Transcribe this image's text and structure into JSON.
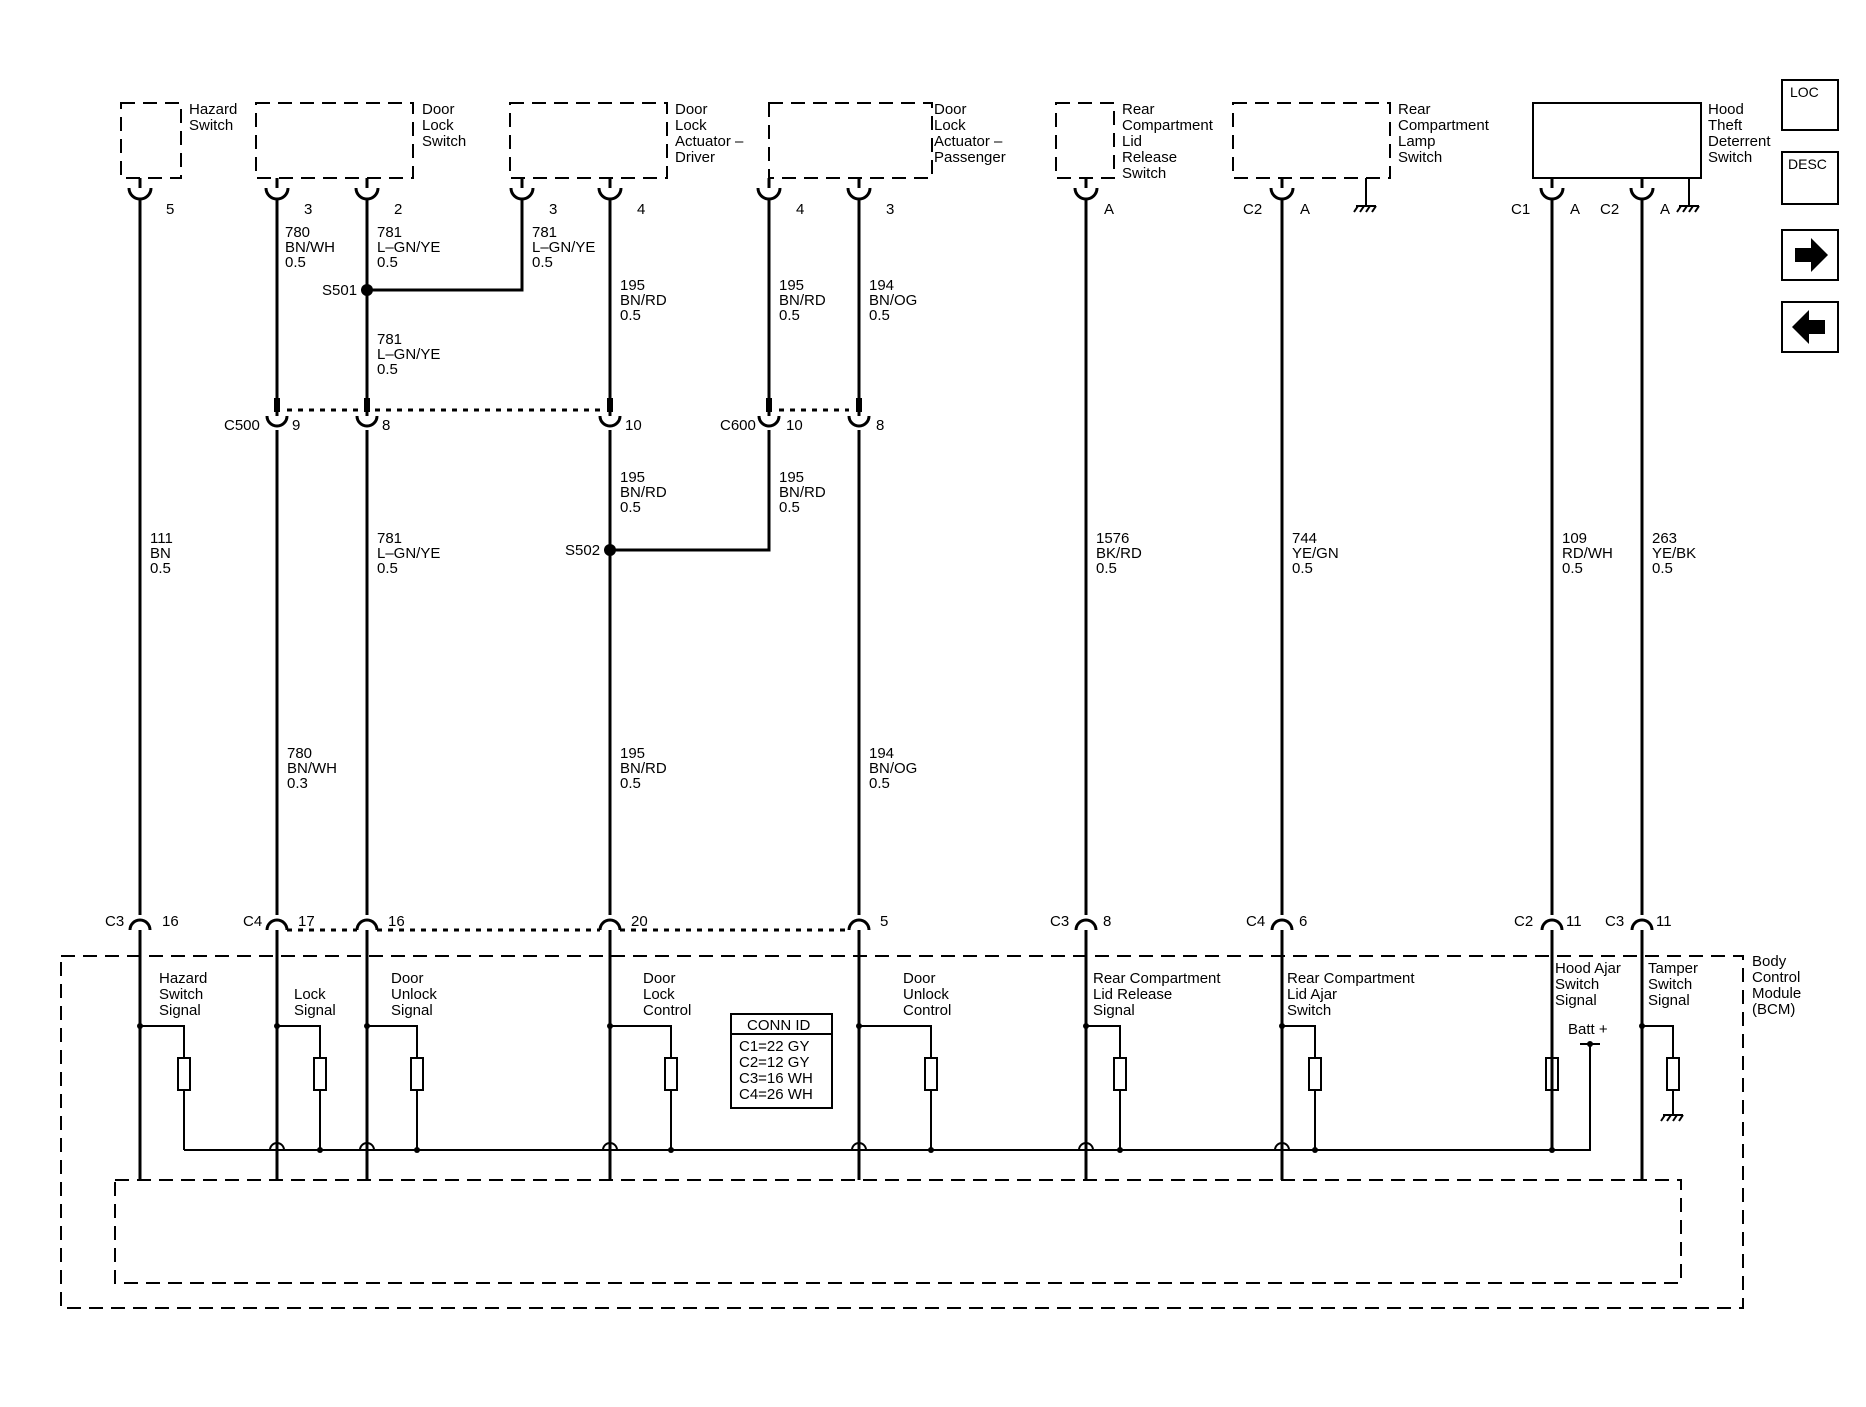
{
  "components": [
    {
      "id": "hazard",
      "lines": [
        "Hazard",
        "Switch"
      ],
      "style": "dashed"
    },
    {
      "id": "doorlock",
      "lines": [
        "Door",
        "Lock",
        "Switch"
      ],
      "style": "dashed"
    },
    {
      "id": "actdrv",
      "lines": [
        "Door",
        "Lock",
        "Actuator –",
        "Driver"
      ],
      "style": "dashed"
    },
    {
      "id": "actpas",
      "lines": [
        "Door",
        "Lock",
        "Actuator –",
        "Passenger"
      ],
      "style": "dashed"
    },
    {
      "id": "rclr",
      "lines": [
        "Rear",
        "Compartment",
        "Lid",
        "Release",
        "Switch"
      ],
      "style": "dashed"
    },
    {
      "id": "rcls",
      "lines": [
        "Rear",
        "Compartment",
        "Lamp",
        "Switch"
      ],
      "style": "dashed"
    },
    {
      "id": "htd",
      "lines": [
        "Hood",
        "Theft",
        "Deterrent",
        "Switch"
      ],
      "style": "solid"
    },
    {
      "id": "bcm",
      "lines": [
        "Body",
        "Control",
        "Module",
        "(BCM)"
      ],
      "style": "dashed"
    }
  ],
  "top_pins": [
    {
      "col": "w1",
      "pin": "5",
      "conn": ""
    },
    {
      "col": "w2",
      "pin": "3",
      "conn": ""
    },
    {
      "col": "w3",
      "pin": "2",
      "conn": ""
    },
    {
      "col": "w3b",
      "pin": "3",
      "conn": ""
    },
    {
      "col": "w4",
      "pin": "4",
      "conn": ""
    },
    {
      "col": "w4b",
      "pin": "4",
      "conn": ""
    },
    {
      "col": "w5",
      "pin": "3",
      "conn": ""
    },
    {
      "col": "w6",
      "pin": "A",
      "conn": ""
    },
    {
      "col": "w7",
      "pin": "A",
      "conn": "C2"
    },
    {
      "col": "w8",
      "pin": "A",
      "conn": "C1"
    },
    {
      "col": "w9",
      "pin": "A",
      "conn": "C2"
    }
  ],
  "splices": [
    {
      "name": "S501"
    },
    {
      "name": "S502"
    }
  ],
  "inline_connectors": [
    {
      "name": "C500",
      "pins": [
        "9",
        "8",
        "10"
      ]
    },
    {
      "name": "C600",
      "pins": [
        "10",
        "8"
      ]
    }
  ],
  "wire_labels": [
    {
      "id": "w2a",
      "lines": [
        "780",
        "BN/WH",
        "0.5"
      ]
    },
    {
      "id": "w3a",
      "lines": [
        "781",
        "L–GN/YE",
        "0.5"
      ]
    },
    {
      "id": "w3ba",
      "lines": [
        "781",
        "L–GN/YE",
        "0.5"
      ]
    },
    {
      "id": "w3c",
      "lines": [
        "781",
        "L–GN/YE",
        "0.5"
      ]
    },
    {
      "id": "w4a",
      "lines": [
        "195",
        "BN/RD",
        "0.5"
      ]
    },
    {
      "id": "w4ba",
      "lines": [
        "195",
        "BN/RD",
        "0.5"
      ]
    },
    {
      "id": "w5a",
      "lines": [
        "194",
        "BN/OG",
        "0.5"
      ]
    },
    {
      "id": "w4c",
      "lines": [
        "195",
        "BN/RD",
        "0.5"
      ]
    },
    {
      "id": "w4bc",
      "lines": [
        "195",
        "BN/RD",
        "0.5"
      ]
    },
    {
      "id": "w1a",
      "lines": [
        "111",
        "BN",
        "0.5"
      ]
    },
    {
      "id": "w3d",
      "lines": [
        "781",
        "L–GN/YE",
        "0.5"
      ]
    },
    {
      "id": "w6a",
      "lines": [
        "1576",
        "BK/RD",
        "0.5"
      ]
    },
    {
      "id": "w7a",
      "lines": [
        "744",
        "YE/GN",
        "0.5"
      ]
    },
    {
      "id": "w8a",
      "lines": [
        "109",
        "RD/WH",
        "0.5"
      ]
    },
    {
      "id": "w9a",
      "lines": [
        "263",
        "YE/BK",
        "0.5"
      ]
    },
    {
      "id": "w2d",
      "lines": [
        "780",
        "BN/WH",
        "0.3"
      ]
    },
    {
      "id": "w4d",
      "lines": [
        "195",
        "BN/RD",
        "0.5"
      ]
    },
    {
      "id": "w5d",
      "lines": [
        "194",
        "BN/OG",
        "0.5"
      ]
    }
  ],
  "bcm_pins": [
    {
      "conn": "C3",
      "pin": "16"
    },
    {
      "conn": "C4",
      "pin": "17"
    },
    {
      "conn": "",
      "pin": "16"
    },
    {
      "conn": "",
      "pin": "20"
    },
    {
      "conn": "",
      "pin": "5"
    },
    {
      "conn": "C3",
      "pin": "8"
    },
    {
      "conn": "C4",
      "pin": "6"
    },
    {
      "conn": "C2",
      "pin": "11"
    },
    {
      "conn": "C3",
      "pin": "11"
    }
  ],
  "bcm_signals": [
    {
      "lines": [
        "Hazard",
        "Switch",
        "Signal"
      ]
    },
    {
      "lines": [
        "Lock",
        "Signal"
      ]
    },
    {
      "lines": [
        "Door",
        "Unlock",
        "Signal"
      ]
    },
    {
      "lines": [
        "Door",
        "Lock",
        "Control"
      ]
    },
    {
      "lines": [
        "Door",
        "Unlock",
        "Control"
      ]
    },
    {
      "lines": [
        "Rear Compartment",
        "Lid Release",
        "Signal"
      ]
    },
    {
      "lines": [
        "Rear Compartment",
        "Lid Ajar",
        "Switch"
      ]
    },
    {
      "lines": [
        "Hood Ajar",
        "Switch",
        "Signal"
      ]
    },
    {
      "lines": [
        "Tamper",
        "Switch",
        "Signal"
      ]
    }
  ],
  "batt_label": "Batt +",
  "conn_id": {
    "title": "CONN ID",
    "rows": [
      "C1=22 GY",
      "C2=12 GY",
      "C3=16 WH",
      "C4=26 WH"
    ]
  },
  "nav_buttons": [
    {
      "id": "loc",
      "label": "LOC",
      "icon": "loc-icon"
    },
    {
      "id": "desc",
      "label": "DESC",
      "icon": "desc-icon"
    },
    {
      "id": "next",
      "label": "",
      "icon": "arrow-right-icon"
    },
    {
      "id": "prev",
      "label": "",
      "icon": "arrow-left-icon"
    }
  ]
}
